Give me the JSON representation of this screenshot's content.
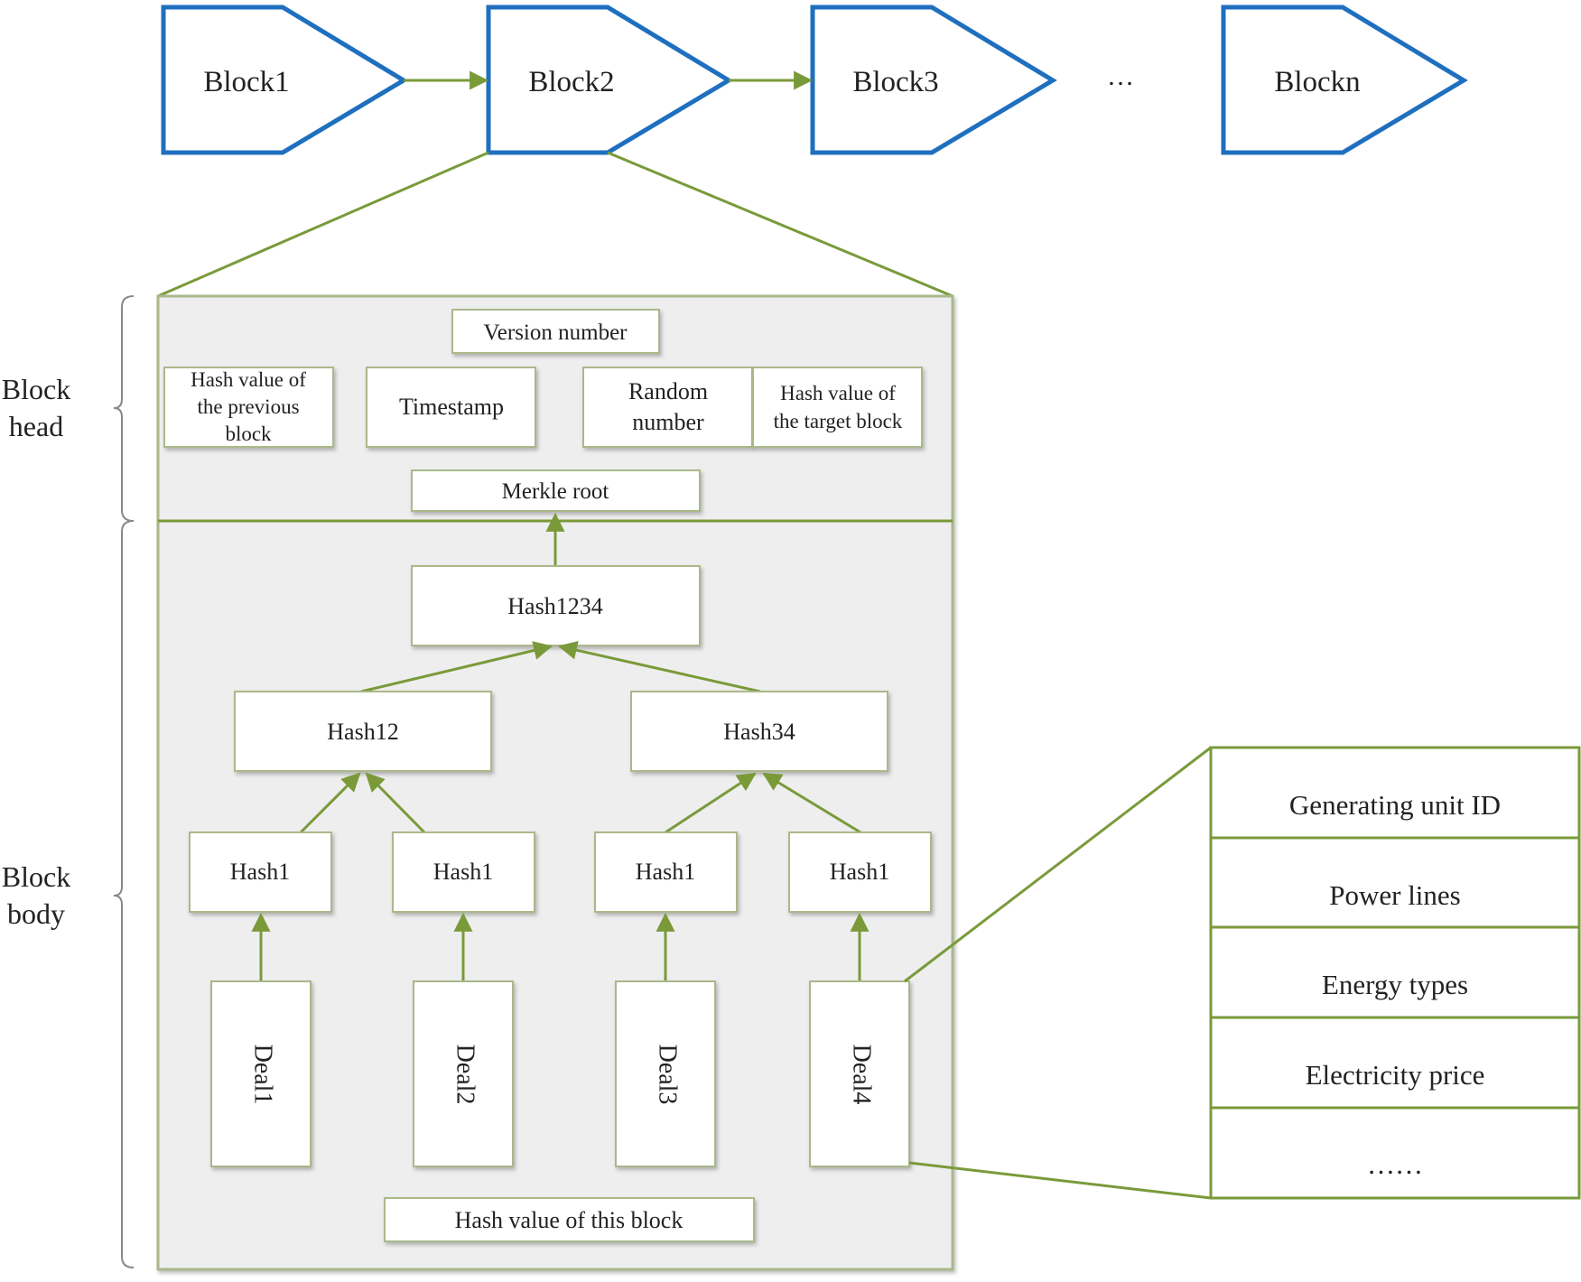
{
  "chain": {
    "blocks": [
      "Block1",
      "Block2",
      "Block3",
      "Blockn"
    ],
    "ellipsis": "…"
  },
  "side_labels": {
    "head_line1": "Block",
    "head_line2": "head",
    "body_line1": "Block",
    "body_line2": "body"
  },
  "header": {
    "version": "Version number",
    "prev_hash_lines": [
      "Hash value of",
      "the previous",
      "block"
    ],
    "timestamp": "Timestamp",
    "random_lines": [
      "Random",
      "number"
    ],
    "target_hash_lines": [
      "Hash value of",
      "the target block"
    ],
    "merkle_root": "Merkle root"
  },
  "body": {
    "hash1234": "Hash1234",
    "hash12": "Hash12",
    "hash34": "Hash34",
    "leaf_hashes": [
      "Hash1",
      "Hash1",
      "Hash1",
      "Hash1"
    ],
    "deals": [
      "Deal1",
      "Deal2",
      "Deal3",
      "Deal4"
    ],
    "this_block_hash": "Hash value of this block"
  },
  "detail_table": {
    "rows": [
      "Generating unit ID",
      "Power lines",
      "Energy types",
      "Electricity price",
      "……"
    ]
  },
  "colors": {
    "block_stroke": "#1f6fbf",
    "connector_green": "#7a9a3a",
    "panel_fill": "#eeeeee",
    "box_stroke": "#aab88a",
    "text": "#222222"
  }
}
